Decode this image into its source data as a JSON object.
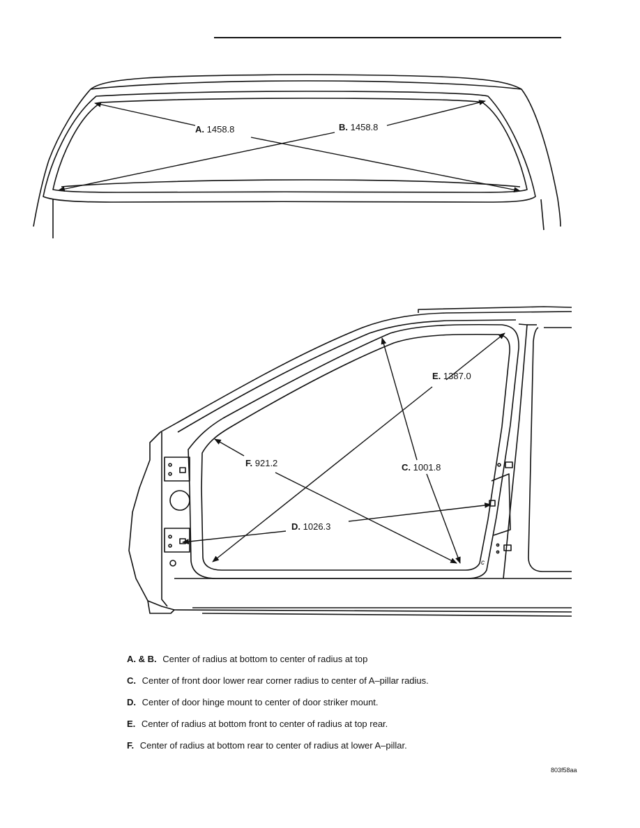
{
  "windshield_view": {
    "dimensions": [
      {
        "letter": "A.",
        "value": "1458.8"
      },
      {
        "letter": "B.",
        "value": "1458.8"
      }
    ]
  },
  "door_view": {
    "dimensions": [
      {
        "letter": "E.",
        "value": "1387.0"
      },
      {
        "letter": "F.",
        "value": "921.2"
      },
      {
        "letter": "C.",
        "value": "1001.8"
      },
      {
        "letter": "D.",
        "value": "1026.3"
      }
    ],
    "pillar_mark": "c"
  },
  "legend": [
    {
      "letter": "A. & B.",
      "text": "Center of radius at bottom to center of radius at top"
    },
    {
      "letter": "C.",
      "text": "Center of front door lower rear corner radius to center of A–pillar radius."
    },
    {
      "letter": "D.",
      "text": "Center of door hinge mount to center of door striker mount."
    },
    {
      "letter": "E.",
      "text": "Center of radius at bottom front to center of radius at top rear."
    },
    {
      "letter": "F.",
      "text": "Center of radius at bottom rear to center of radius at lower A–pillar."
    }
  ],
  "figure_ref": "803f58aa",
  "colors": {
    "ink": "#111111",
    "paper": "#ffffff"
  }
}
